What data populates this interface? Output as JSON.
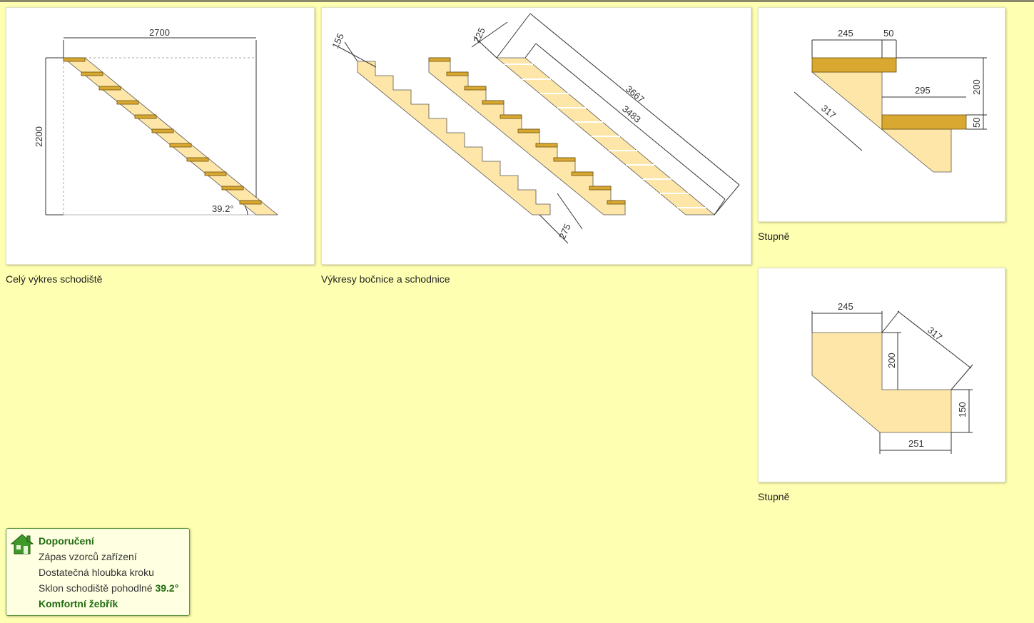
{
  "panels": {
    "full": {
      "caption": "Celý výkres schodiště",
      "width_dim": "2700",
      "height_dim": "2200",
      "angle": "39.2°"
    },
    "stringers": {
      "caption": "Výkresy bočnice a schodnice",
      "dims": [
        "155",
        "225",
        "3667",
        "3483",
        "275"
      ]
    },
    "steps1": {
      "caption": "Stupně",
      "dims": [
        "245",
        "50",
        "200",
        "295",
        "317",
        "50"
      ]
    },
    "steps2": {
      "caption": "Stupně",
      "dims": [
        "245",
        "317",
        "200",
        "150",
        "251"
      ]
    }
  },
  "recommendations": {
    "title": "Doporučení",
    "item1": "Zápas vzorců zařízení",
    "item2": "Dostatečná hloubka kroku",
    "item3_prefix": "Sklon schodiště pohodlné",
    "item3_value": "39.2°",
    "item4": "Komfortní žebřík",
    "icon": "house-icon",
    "accent": "#1f6b10"
  },
  "colors": {
    "background": "#ffffb2",
    "wood": "#fde6a8",
    "tread": "#d9a830"
  }
}
